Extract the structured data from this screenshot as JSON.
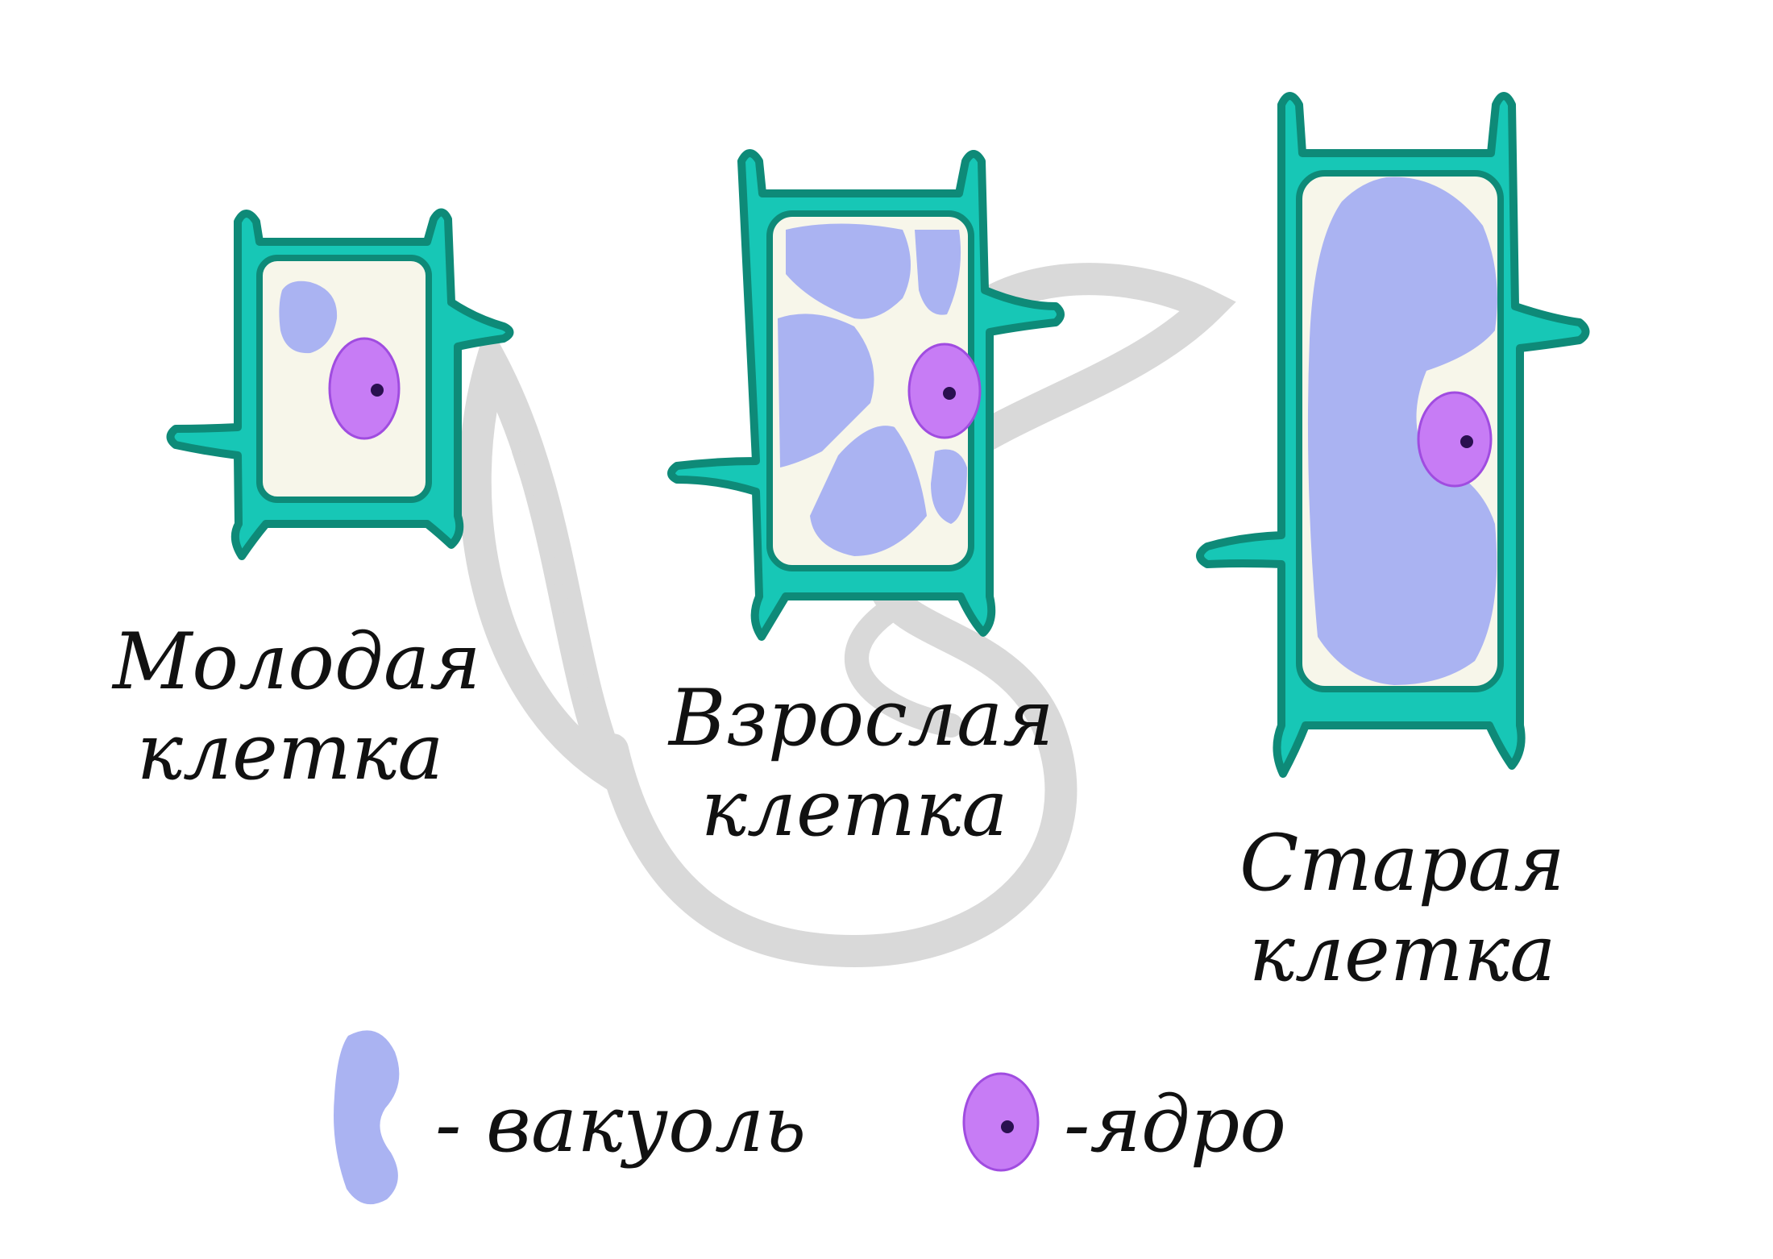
{
  "colors": {
    "wall": "#17c7b6",
    "wall_outline": "#0e8a78",
    "cytoplasm": "#f7f6ea",
    "vacuole": "#aab3f2",
    "nucleus": "#c77cf5",
    "nucleolus": "#2a1050",
    "watermark": "#d9d9d9"
  },
  "cells": [
    {
      "line1": "Молодая",
      "line2": "клетка"
    },
    {
      "line1": "Взрослая",
      "line2": "клетка"
    },
    {
      "line1": "Старая",
      "line2": "клетка"
    }
  ],
  "legend": {
    "vacuole_label": "- вакуоль",
    "vacuole_icon": "vacuole-shape",
    "nucleus_label": "-ядро",
    "nucleus_icon": "nucleus-shape"
  }
}
